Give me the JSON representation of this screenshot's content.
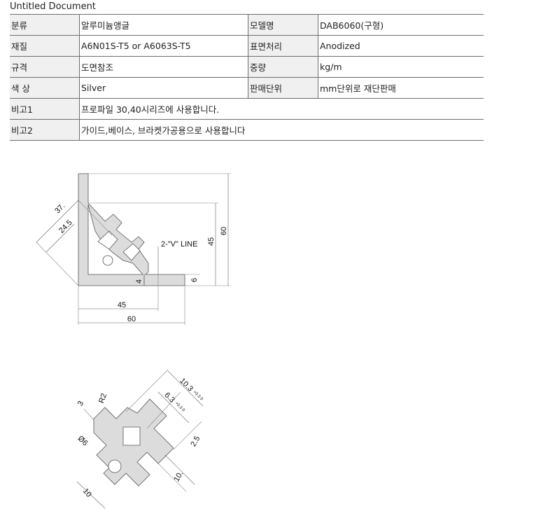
{
  "document": {
    "title": "Untitled Document"
  },
  "spec_rows": [
    {
      "label": "분류",
      "value": "알루미늄앵글",
      "label2": "모델명",
      "value2": "DAB6060(구형)"
    },
    {
      "label": "재질",
      "value": "A6N01S-T5 or A6063S-T5",
      "label2": "표면처리",
      "value2": "Anodized"
    },
    {
      "label": "규격",
      "value": "도면참조",
      "label2": "중량",
      "value2": "kg/m"
    },
    {
      "label": "색 상",
      "value": "Silver",
      "label2": "판매단위",
      "value2": "mm단위로 재단판매"
    }
  ],
  "note_rows": [
    {
      "label": "비고1",
      "value": "프로파일 30,40시리즈에 사용합니다."
    },
    {
      "label": "비고2",
      "value": "가이드,베이스, 브라켓가공용으로 사용합니다"
    }
  ],
  "drawing1": {
    "dim_37": "37.",
    "dim_24_5": "24.5",
    "v_line": "2-\"V\" LINE",
    "dim_45_v": "45",
    "dim_60_v": "60",
    "dim_4": "4",
    "dim_6": "6",
    "dim_45_h": "45",
    "dim_60_h": "60"
  },
  "drawing2": {
    "dim_3": "3",
    "dim_r2": "R2",
    "dim_phi6": "Ø6",
    "dim_10_3": "10.3",
    "dim_10_3_tol": "+0.3 0",
    "dim_6_3": "6.3",
    "dim_6_3_tol": "+0.3 0",
    "dim_2_5": "2.5",
    "dim_10_a": "10.",
    "dim_10_b": "10"
  },
  "colors": {
    "profile_fill": "#dcdcdc",
    "label_bg": "#f0f0f0",
    "rule": "#6e6e6e"
  }
}
